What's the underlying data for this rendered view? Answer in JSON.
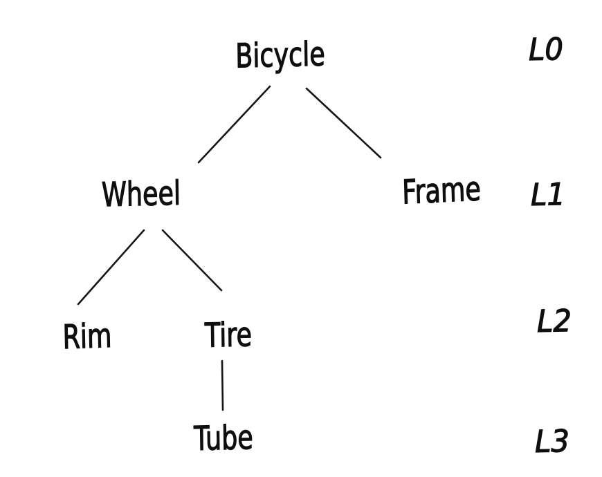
{
  "diagram": {
    "type": "tree",
    "ink_color": "#111111",
    "background": "#ffffff",
    "nodes": [
      {
        "id": "bicycle",
        "label": "Bicycle",
        "level": 0
      },
      {
        "id": "wheel",
        "label": "Wheel",
        "level": 1
      },
      {
        "id": "frame",
        "label": "Frame",
        "level": 1
      },
      {
        "id": "rim",
        "label": "Rim",
        "level": 2
      },
      {
        "id": "tire",
        "label": "Tire",
        "level": 2
      },
      {
        "id": "tube",
        "label": "Tube",
        "level": 3
      }
    ],
    "edges": [
      {
        "from": "bicycle",
        "to": "wheel"
      },
      {
        "from": "bicycle",
        "to": "frame"
      },
      {
        "from": "wheel",
        "to": "rim"
      },
      {
        "from": "wheel",
        "to": "tire"
      },
      {
        "from": "tire",
        "to": "tube"
      }
    ],
    "level_labels": [
      {
        "label": "L0"
      },
      {
        "label": "L1"
      },
      {
        "label": "L2"
      },
      {
        "label": "L3"
      }
    ]
  }
}
